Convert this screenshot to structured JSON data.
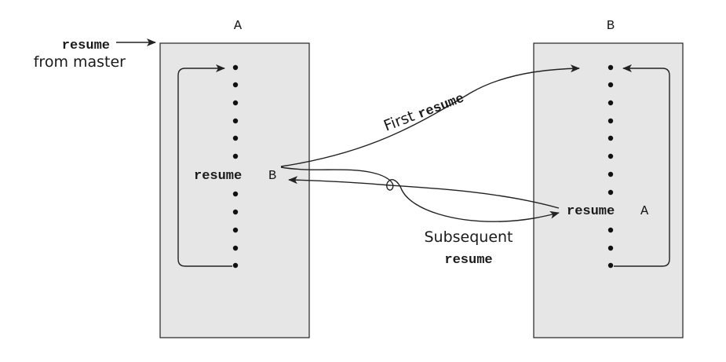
{
  "diagram": {
    "coroutine_a": {
      "label": "A",
      "resume_keyword": "resume",
      "resume_target": "B"
    },
    "coroutine_b": {
      "label": "B",
      "resume_keyword": "resume",
      "resume_target": "A"
    },
    "entry": {
      "keyword": "resume",
      "text": "from master"
    },
    "first_resume": {
      "prefix": "First",
      "keyword": "resume"
    },
    "subsequent_resume": {
      "line1": "Subsequent",
      "keyword": "resume"
    },
    "colors": {
      "box_fill": "#e6e6e6",
      "stroke": "#222222",
      "text": "#1a1a1a"
    }
  }
}
